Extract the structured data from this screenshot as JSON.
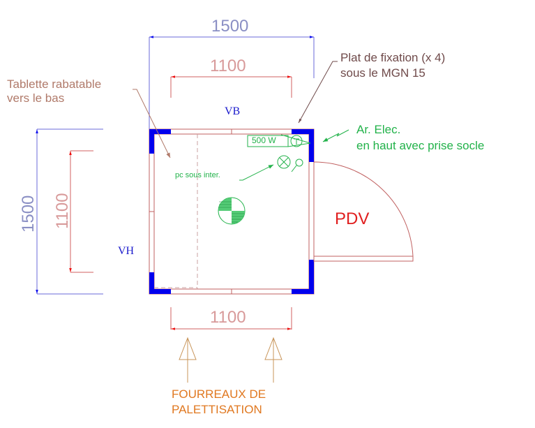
{
  "drawing": {
    "type": "floor-plan",
    "colors": {
      "wall_post": "#0000ee",
      "wall_line": "#c06060",
      "dim_outer": "#2a2aee",
      "dim_inner": "#ee1111",
      "annotation_green": "#22b24a",
      "annotation_brown": "#b07a6a",
      "annotation_orange": "#e07820",
      "door_label": "#e01e1e"
    },
    "dimensions": {
      "top_outer": "1500",
      "top_inner": "1100",
      "left_outer": "1500",
      "left_inner": "1100",
      "bottom_inner": "1100"
    },
    "labels": {
      "tablette_line1": "Tablette rabatable",
      "tablette_line2": "vers le bas",
      "plat_line1": "Plat de fixation (x 4)",
      "plat_line2": "sous le MGN 15",
      "ar_elec_line1": "Ar. Elec.",
      "ar_elec_line2": "en haut avec prise socle",
      "pc_sous_inter": "pc sous inter.",
      "power_box": "500 W",
      "vb": "VB",
      "vh": "VH",
      "door": "PDV",
      "fourreaux_line1": "FOURREAUX DE",
      "fourreaux_line2": "PALETTISATION"
    },
    "symbols": [
      "center-of-gravity-icon",
      "light-fixture-icon",
      "switch-icon",
      "thermostat-icon",
      "door-swing-arc",
      "pallet-arrow-icon"
    ]
  }
}
